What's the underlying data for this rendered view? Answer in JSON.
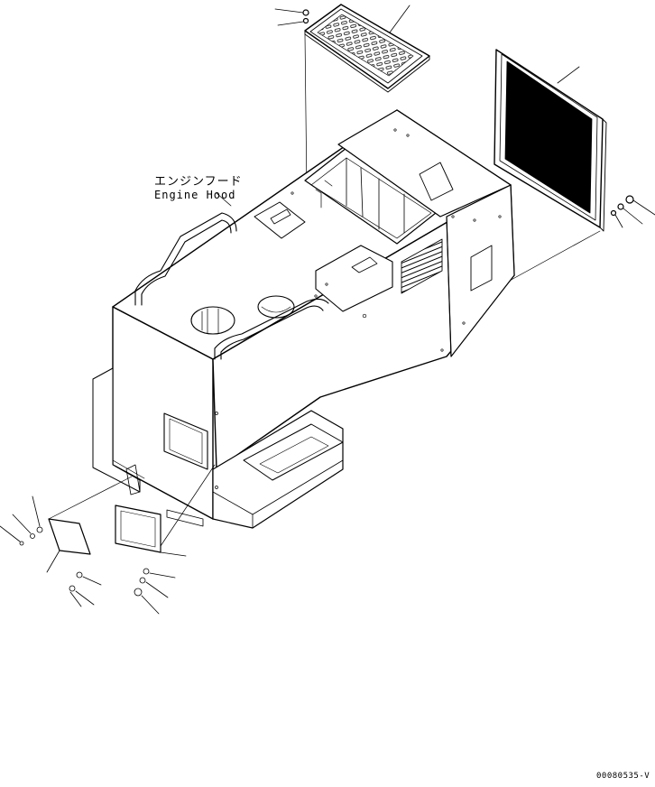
{
  "labels": {
    "part_name_jp": "エンジンフード",
    "part_name_en": "Engine Hood",
    "drawing_number": "00080535-V"
  },
  "colors": {
    "ink": "#000000",
    "background": "#ffffff"
  }
}
